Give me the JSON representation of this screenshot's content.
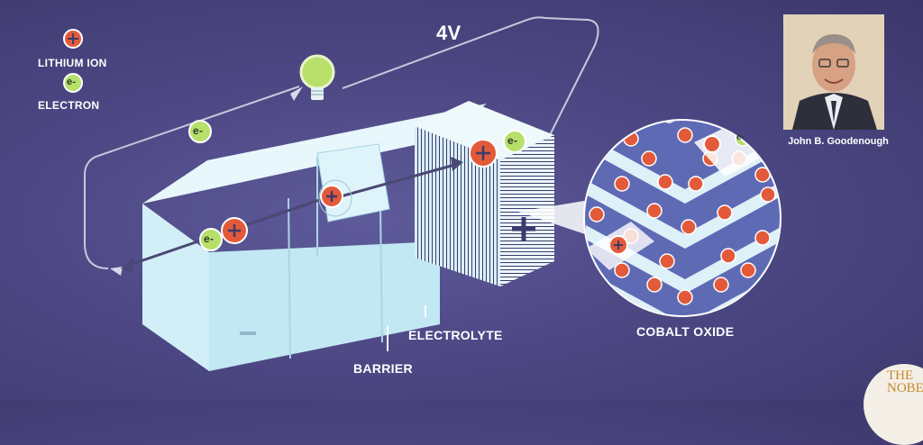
{
  "legend": {
    "lithium_ion_label": "LITHIUM ION",
    "electron_label": "ELECTRON",
    "electron_symbol": "e-"
  },
  "voltage_label": "4V",
  "labels": {
    "electrolyte": "ELECTROLYTE",
    "barrier": "BARRIER",
    "cobalt_oxide": "COBALT OXIDE"
  },
  "photo_caption": "John B. Goodenough",
  "watermark": "THE NOBE",
  "colors": {
    "ion": "#e25a3a",
    "electron": "#b6e06a",
    "battery": "#cfeef7",
    "background": "#4d4884"
  },
  "icons": [
    "lightbulb-icon",
    "plus-sign-icon",
    "minus-sign-icon"
  ]
}
